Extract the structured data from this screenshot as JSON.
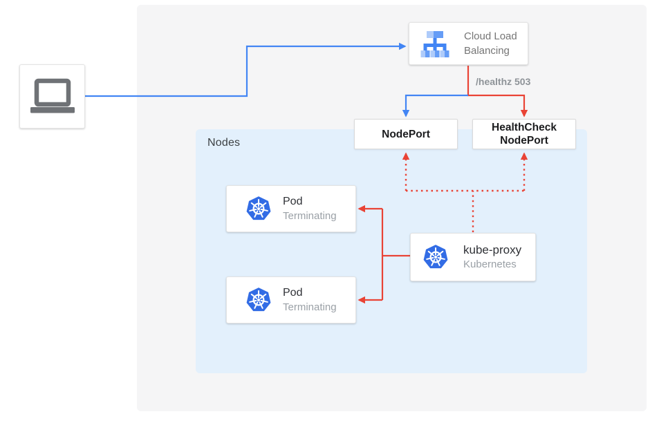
{
  "diagram": {
    "client": {
      "icon": "laptop-icon"
    },
    "load_balancer": {
      "icon": "cloud-load-balancing-icon",
      "label": "Cloud Load Balancing"
    },
    "edge_labels": {
      "healthz": "/healthz 503"
    },
    "nodes_panel": {
      "label": "Nodes"
    },
    "ports": {
      "nodeport_label": "NodePort",
      "healthcheck_nodeport_label": "HealthCheck NodePort"
    },
    "pods": [
      {
        "icon": "kubernetes-icon",
        "title": "Pod",
        "status": "Terminating"
      },
      {
        "icon": "kubernetes-icon",
        "title": "Pod",
        "status": "Terminating"
      }
    ],
    "kube_proxy": {
      "icon": "kubernetes-icon",
      "title": "kube-proxy",
      "subtitle": "Kubernetes"
    },
    "colors": {
      "traffic_blue": "#4285f4",
      "health_red": "#e94335",
      "kubernetes_blue": "#326ce5",
      "nodes_panel_bg": "#e3f0fc",
      "canvas_bg": "#f5f5f6",
      "text_dark": "#202124",
      "text_gray": "#9aa0a6"
    }
  }
}
